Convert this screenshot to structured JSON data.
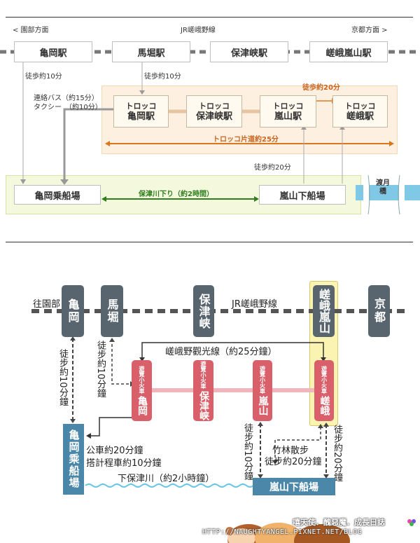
{
  "top_diagram": {
    "direction_left": "< 園部方面",
    "line_name": "JR嵯峨野線",
    "direction_right": "京都方面 >",
    "jr_stations": [
      "亀岡駅",
      "馬堀駅",
      "保津峡駅",
      "嵯峨嵐山駅"
    ],
    "walk_kameoka": "徒歩約10分",
    "walk_umahori": "徒歩約10分",
    "bus_taxi": [
      "連絡バス（約15分）",
      "タクシー　（約10分）"
    ],
    "torokko_stations": [
      {
        "kind": "トロッコ",
        "name": "亀岡駅"
      },
      {
        "kind": "トロッコ",
        "name": "保津峡駅"
      },
      {
        "kind": "トロッコ",
        "name": "嵐山駅"
      },
      {
        "kind": "トロッコ",
        "name": "嵯峨駅"
      }
    ],
    "walk_20_torokko": "徒歩約20分",
    "torokko_oneway": "トロッコ片道約25分",
    "walk_20_pier": "徒歩約20分",
    "pier_kameoka": "亀岡乗船場",
    "river_trip": "保津川下り（約2時間）",
    "pier_arashiyama": "嵐山下船場",
    "togetsukyo": "渡月橋"
  },
  "bottom_diagram": {
    "line_left": "往園部",
    "line_name": "JR嵯峨野線",
    "jr_stations": [
      "亀岡",
      "馬堀",
      "保津峡",
      "嵯峨嵐山",
      "京都"
    ],
    "sightseeing_line": "嵯峨野觀光線（約25分鐘）",
    "torokko_prefix": "遊覽小火車",
    "torokko_stations": [
      "亀岡",
      "保津峡",
      "嵐山",
      "嵯峨"
    ],
    "walk_kameoka": "徒步約10分鐘",
    "walk_umahori": "徒步約10分鐘",
    "pier_kameoka": "亀岡乘船場",
    "bus": "公車約20分鐘",
    "taxi": "搭計程車約10分鐘",
    "river_trip": "下保津川（約2小時鐘）",
    "pier_arashiyama": "嵐山下船場",
    "walk_arashiyama": "徒步約10分鐘",
    "bamboo_walk_1": "竹林散步",
    "bamboo_walk_2": "徒步約20分鐘",
    "walk_saga": "徒步約20分鐘"
  },
  "watermark": {
    "line1": "嘻天使．醜惡魔．成長日誌",
    "line2": "HTTP://NAUGHTYANGEL.PIXNET.NET/BLOG"
  },
  "colors": {
    "orange": "#e07a22",
    "green": "#2e7d1e",
    "torokko_red": "#d9606b",
    "jr_gray": "#58656e",
    "pier_blue": "#4a87a8",
    "highlight_yellow": "#fbf3b2"
  }
}
